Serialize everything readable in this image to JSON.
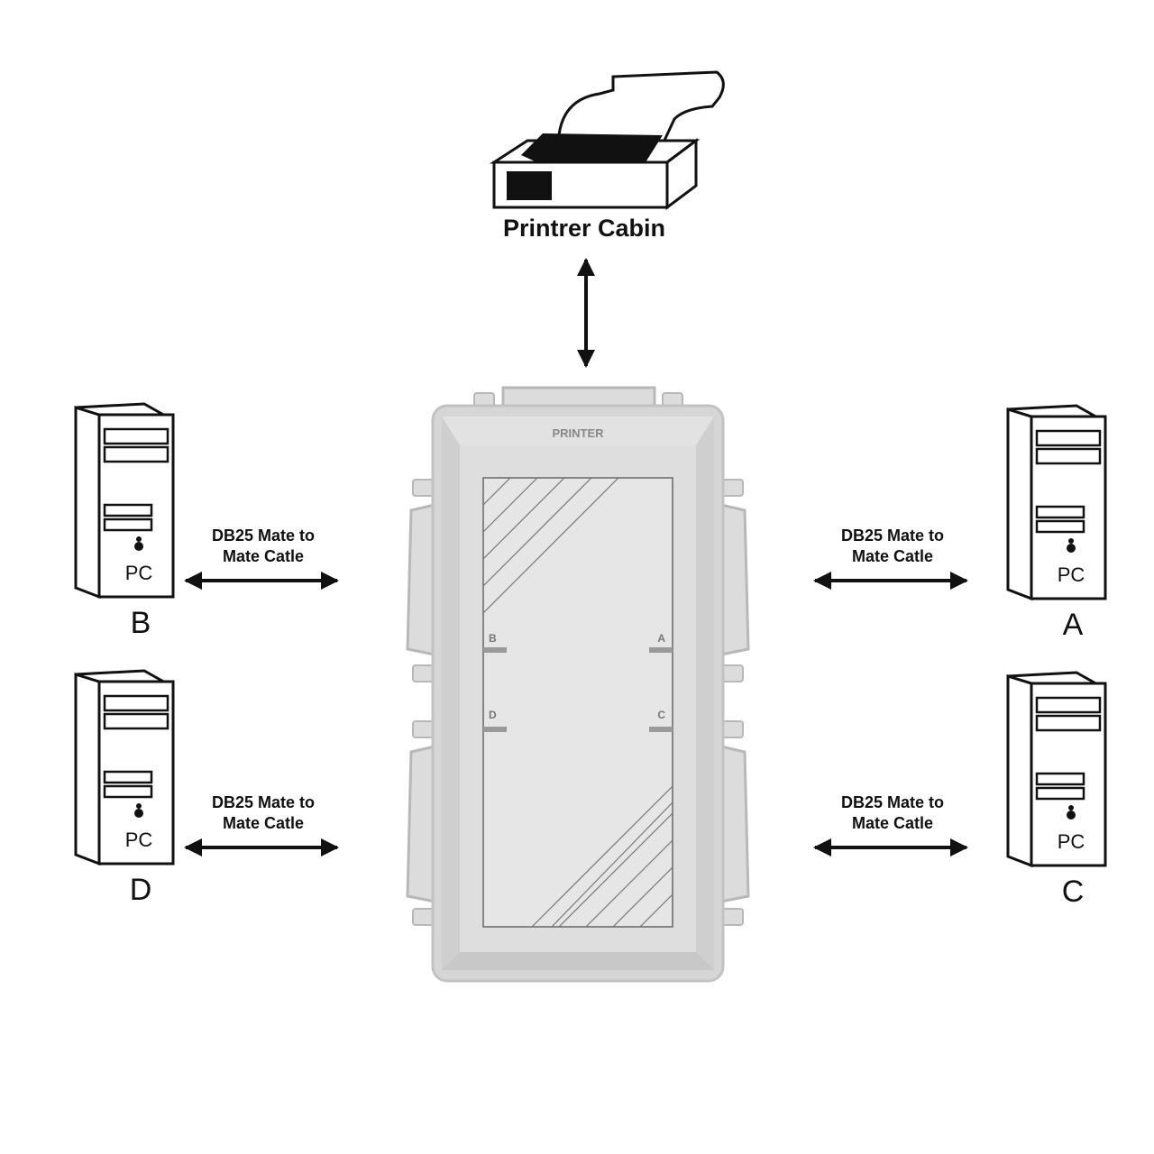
{
  "printer": {
    "label": "Printrer Cabin"
  },
  "switch_box": {
    "label": "PRINTER",
    "port_labels": {
      "a": "A",
      "b": "B",
      "c": "C",
      "d": "D"
    }
  },
  "computers": {
    "b": {
      "tag": "PC",
      "letter": "B",
      "cable_line1": "DB25 Mate to",
      "cable_line2": "Mate Catle"
    },
    "d": {
      "tag": "PC",
      "letter": "D",
      "cable_line1": "DB25 Mate to",
      "cable_line2": "Mate Catle"
    },
    "a": {
      "tag": "PC",
      "letter": "A",
      "cable_line1": "DB25 Mate to",
      "cable_line2": "Mate Catle"
    },
    "c": {
      "tag": "PC",
      "letter": "C",
      "cable_line1": "DB25 Mate to",
      "cable_line2": "Mate Catle"
    }
  },
  "colors": {
    "line": "#111111",
    "box_fill": "#dcdcdc",
    "box_edge": "#b8b8b8",
    "panel": "#e6e6e6"
  }
}
